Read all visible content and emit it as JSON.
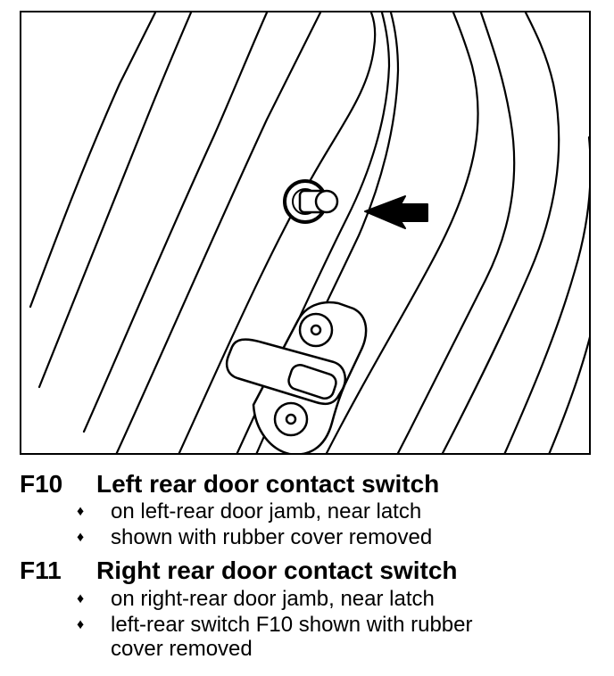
{
  "entries": [
    {
      "code": "F10",
      "title": "Left rear door contact switch",
      "bullets": [
        [
          "on left-rear door jamb, near latch"
        ],
        [
          "shown with rubber cover removed"
        ]
      ]
    },
    {
      "code": "F11",
      "title": "Right rear door contact switch",
      "bullets": [
        [
          "on right-rear door jamb, near latch"
        ],
        [
          "left-rear switch F10 shown with rubber",
          "cover removed"
        ]
      ]
    }
  ],
  "bullet_glyph": "♦"
}
